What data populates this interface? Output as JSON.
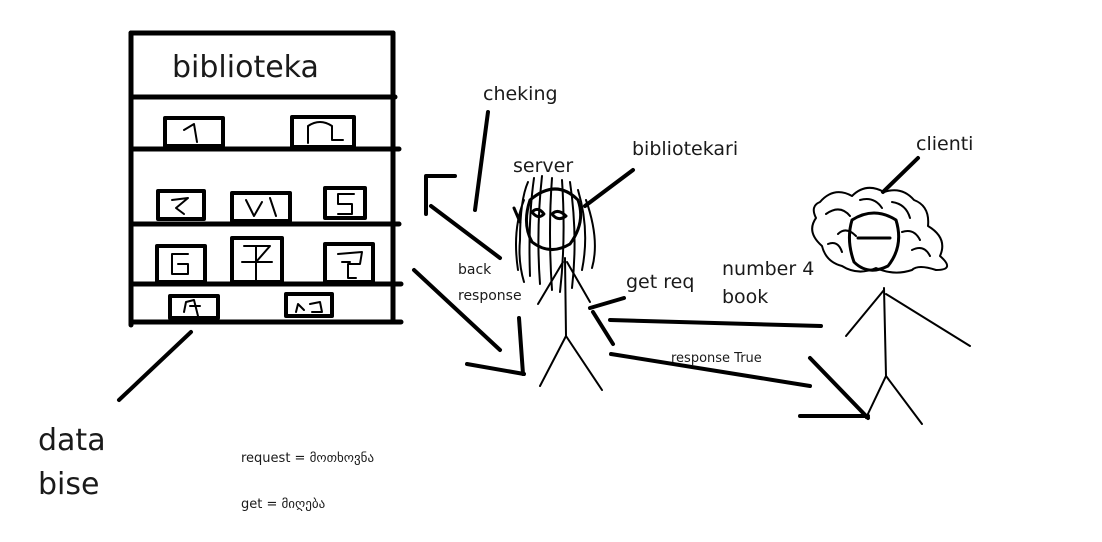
{
  "library": {
    "title": "biblioteka",
    "book_marks": [
      "1",
      "Ω",
      "7",
      "VI",
      "5",
      "G",
      "ᗩ",
      "ᖗ",
      "ᖖ",
      "ᘎ"
    ]
  },
  "labels": {
    "database": [
      "data",
      "bise"
    ],
    "checking": "cheking",
    "server": "server",
    "librarian": "bibliotekari",
    "client": "clienti",
    "back_response": [
      "back",
      "response"
    ],
    "get_req": "get req",
    "number4_book": [
      "number 4",
      "book"
    ],
    "response_true": "response True"
  },
  "legend": {
    "request": "request = მოთხოვნა",
    "get": "get = მიღება"
  }
}
